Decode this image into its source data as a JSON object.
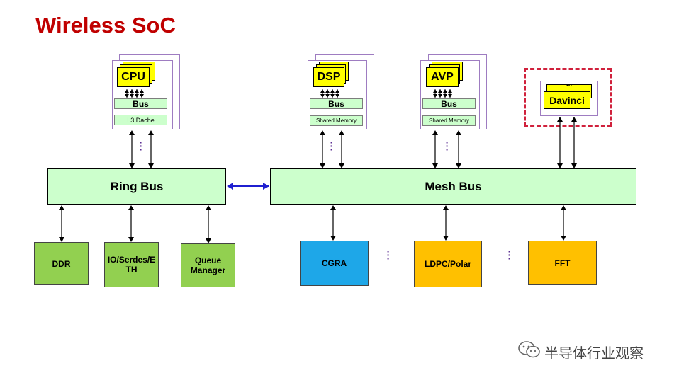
{
  "title": "Wireless SoC",
  "cpu_cluster": {
    "chip": "CPU",
    "bus": "Bus",
    "cache": "L3 Dache"
  },
  "dsp_cluster": {
    "chip": "DSP",
    "bus": "Bus",
    "memory": "Shared Memory"
  },
  "avp_cluster": {
    "chip": "AVP",
    "bus": "Bus",
    "memory": "Shared Memory"
  },
  "davinci_cluster": {
    "chip": "Davinci",
    "dots": "..."
  },
  "ring_bus": "Ring Bus",
  "mesh_bus": "Mesh Bus",
  "ring_peripherals": [
    {
      "label": "DDR"
    },
    {
      "label": "IO/Serdes/E\nTH"
    },
    {
      "label": "Queue\nManager"
    }
  ],
  "mesh_peripherals": [
    {
      "label": "CGRA"
    },
    {
      "label": "LDPC/Polar"
    },
    {
      "label": "FFT"
    }
  ],
  "watermark": "半导体行业观察",
  "colors": {
    "title": "#c00000",
    "bus_fill": "#ccffcc",
    "chip_fill": "#ffff00",
    "green_block": "#92d050",
    "blue_block": "#1ea7e8",
    "orange_block": "#ffc000",
    "link_arrow": "#1f1fd0",
    "highlight_border": "#d0213c"
  },
  "icons": [
    "wechat-icon"
  ]
}
